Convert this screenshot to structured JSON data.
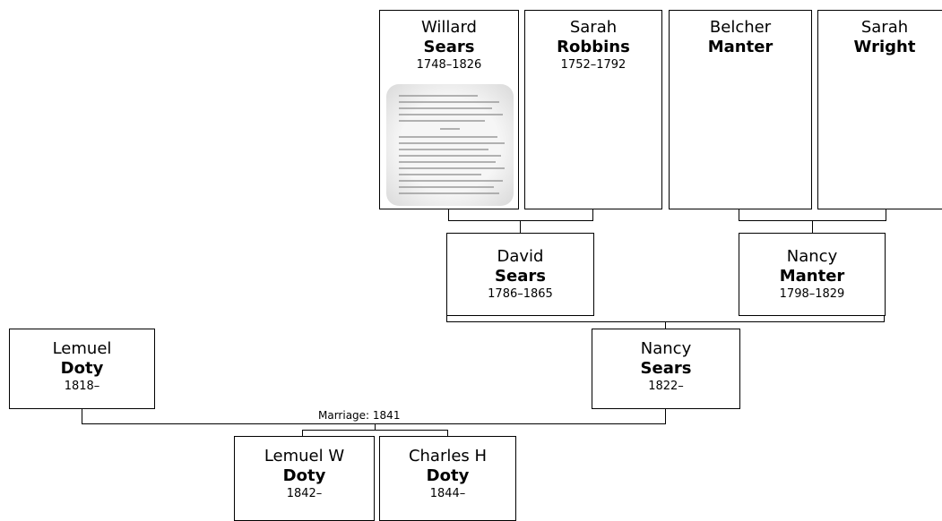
{
  "people": {
    "willard": {
      "given": "Willard",
      "surname": "Sears",
      "dates": "1748–1826"
    },
    "sarah_robbins": {
      "given": "Sarah",
      "surname": "Robbins",
      "dates": "1752–1792"
    },
    "belcher": {
      "given": "Belcher",
      "surname": "Manter",
      "dates": ""
    },
    "sarah_wright": {
      "given": "Sarah",
      "surname": "Wright",
      "dates": ""
    },
    "david": {
      "given": "David",
      "surname": "Sears",
      "dates": "1786–1865"
    },
    "nancy_manter": {
      "given": "Nancy",
      "surname": "Manter",
      "dates": "1798–1829"
    },
    "nancy_sears": {
      "given": "Nancy",
      "surname": "Sears",
      "dates": "1822–"
    },
    "lemuel": {
      "given": "Lemuel",
      "surname": "Doty",
      "dates": "1818–"
    },
    "lemuel_w": {
      "given": "Lemuel W",
      "surname": "Doty",
      "dates": "1842–"
    },
    "charles_h": {
      "given": "Charles H",
      "surname": "Doty",
      "dates": "1844–"
    }
  },
  "marriage_label": "Marriage: 1841"
}
